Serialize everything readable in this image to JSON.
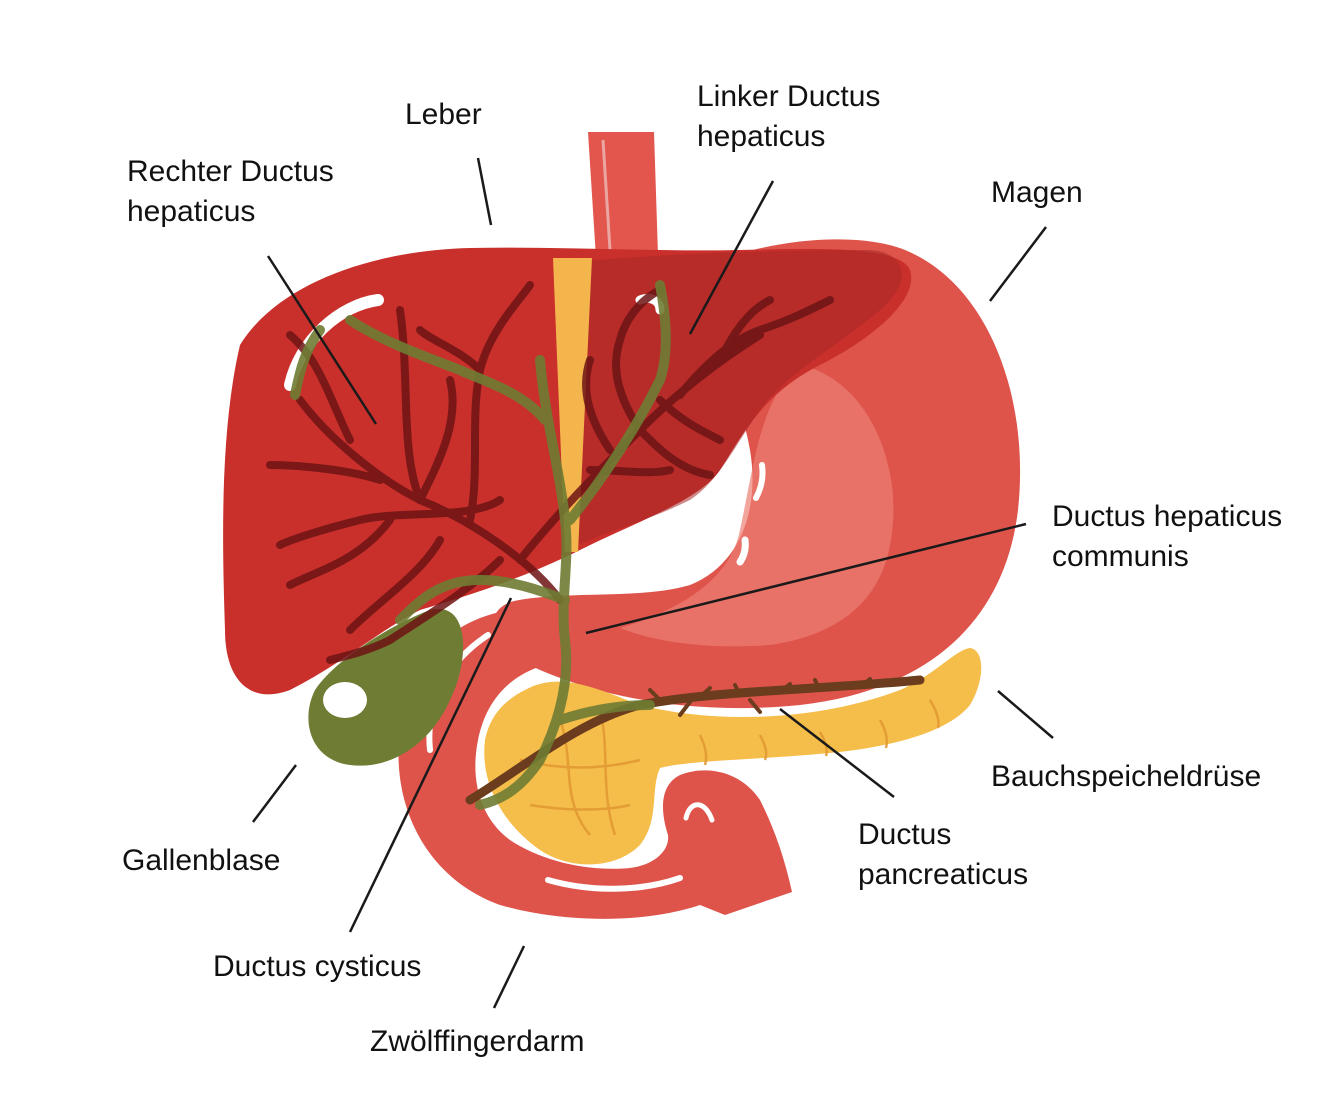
{
  "labels": {
    "leber": "Leber",
    "linker_ductus": [
      "Linker Ductus",
      "hepaticus"
    ],
    "rechter_ductus": [
      "Rechter Ductus",
      "hepaticus"
    ],
    "magen": "Magen",
    "ductus_hepaticus_communis": [
      "Ductus hepaticus",
      "communis"
    ],
    "bauchspeicheldruese": "Bauchspeicheldrüse",
    "ductus_pancreaticus": [
      "Ductus",
      "pancreaticus"
    ],
    "gallenblase": "Gallenblase",
    "ductus_cysticus": "Ductus cysticus",
    "zwoelffingerdarm": "Zwölffingerdarm"
  },
  "colors": {
    "liver": "#c9302c",
    "liver_dark": "#a82828",
    "liver_vessels": "#6e1414",
    "stomach": "#de544b",
    "stomach_light": "#ec7f73",
    "esophagus": "#e2564d",
    "gallbladder": "#6f7c33",
    "bile_duct": "#6f7c33",
    "pancreas": "#f5bd4a",
    "pancreas_lines": "#e39a33",
    "pancreatic_duct": "#6b3c1d",
    "duodenum": "#de544b",
    "ligament": "#f4b64c",
    "leader_line": "#1a1a1a"
  }
}
